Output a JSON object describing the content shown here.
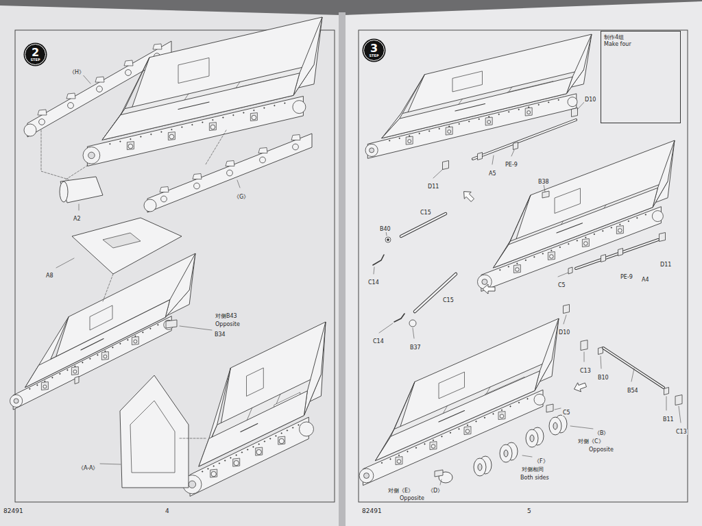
{
  "diagram": {
    "nodes": [
      {
        "text": [
          "2",
          "STEP"
        ]
      },
      {
        "text": [
          "3",
          "STEP"
        ]
      },
      {
        "text": [
          "制作4组",
          "Make four"
        ]
      }
    ],
    "labels": [
      "《H》",
      "A2",
      "《G》",
      "A8",
      "对侧B43",
      "Opposite",
      "B34",
      "《A-A》",
      "82491",
      "4",
      "PE-9",
      "D10",
      "PE-9",
      "D11",
      "D10",
      "D11",
      "A5",
      "PE-9",
      "B38",
      "C15",
      "B40",
      "C14",
      "C5",
      "PE-9",
      "A4",
      "D11",
      "C15",
      "D10",
      "C14",
      "B37",
      "C13",
      "B10",
      "B54",
      "B11",
      "C13",
      "C5",
      "《B》",
      "对侧《C》",
      "Opposite",
      "《F》",
      "对侧相同",
      "Both sides",
      "对侧《E》",
      "Opposite",
      "《D》",
      "82491",
      "5"
    ]
  }
}
